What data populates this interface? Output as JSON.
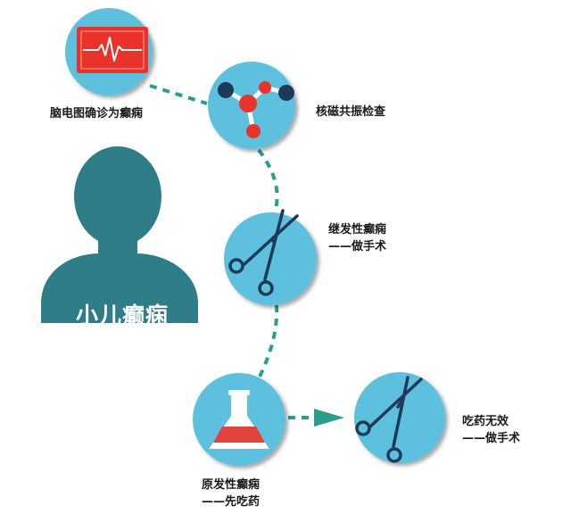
{
  "patient": {
    "label": "小儿癫痫"
  },
  "nodes": {
    "eeg": {
      "label": "脑电图确诊为癫痫",
      "icon": "eeg-monitor-icon"
    },
    "mri": {
      "label": "核磁共振检查",
      "icon": "molecule-icon"
    },
    "secondary": {
      "line1": "继发性癫痫",
      "line2": "——做手术",
      "icon": "surgical-scissors-icon"
    },
    "primary": {
      "line1": "原发性癫痫",
      "line2": "——先吃药",
      "icon": "flask-icon"
    },
    "drug_fail": {
      "line1": "吃药无效",
      "line2": "——做手术",
      "icon": "surgical-scissors-icon"
    }
  },
  "colors": {
    "circle": "#5bc0de",
    "circle_dark": "#2f9fc4",
    "connector": "#2a9d8f",
    "silhouette": "#2f7d89",
    "icon_dark": "#1e3a56",
    "eeg_red": "#e8322a",
    "flask_red": "#e0443a"
  }
}
